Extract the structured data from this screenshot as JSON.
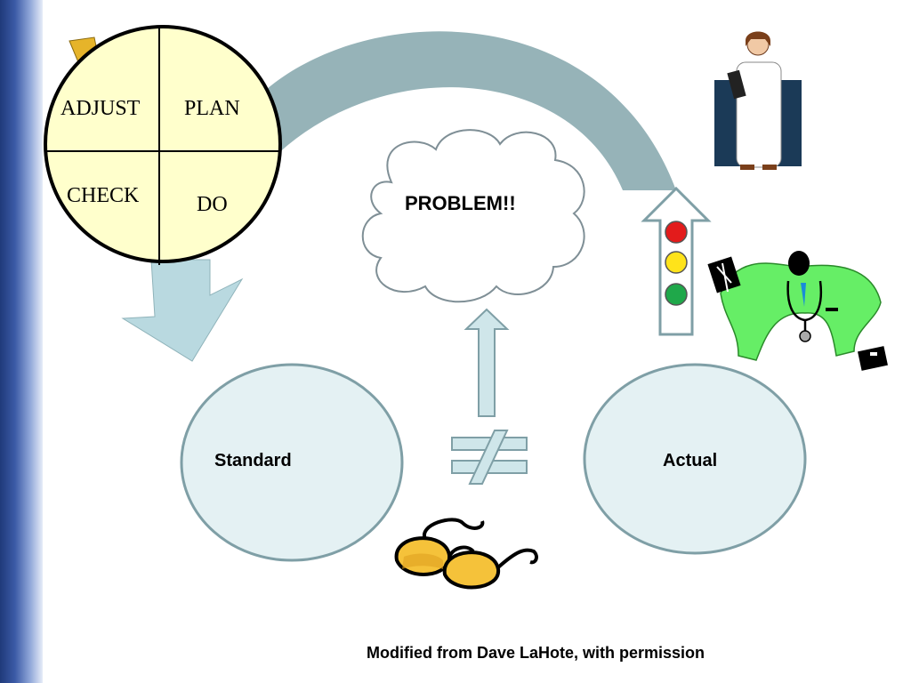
{
  "pdca": {
    "adjust": "ADJUST",
    "plan": "PLAN",
    "check": "CHECK",
    "do": "DO"
  },
  "cloud": {
    "label": "PROBLEM!!"
  },
  "circles": {
    "standard": "Standard",
    "actual": "Actual"
  },
  "credit": "Modified from Dave LaHote, with permission",
  "colors": {
    "sidebar": "#2e4a94",
    "pdca_fill": "#ffffcc",
    "arrow_dark": "#96b3b8",
    "arrow_light": "#b9d9e0",
    "circle_fill": "#e4f1f3",
    "circle_stroke": "#7f9fa6",
    "light_red": "#e31b1b",
    "light_yellow": "#ffe31a",
    "light_green": "#1fa84a",
    "doctor_bg": "#1b3a57",
    "stethoscope_green": "#66ee66"
  }
}
